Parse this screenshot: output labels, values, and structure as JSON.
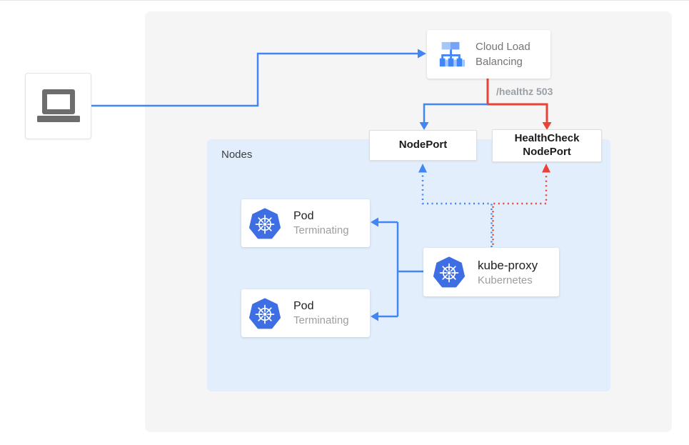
{
  "colors": {
    "primary_blue": "#4285f4",
    "alert_red": "#ea4335",
    "panel_bg": "#f5f5f6",
    "nodes_group_bg": "#e2eefc",
    "kubernetes_blue": "#3e6ee3",
    "card_bg": "#ffffff",
    "title_text": "#212121",
    "subtitle_text": "#9e9e9e",
    "edge_label_text": "#9aa0a6"
  },
  "diagram": {
    "client": {
      "icon": "laptop-icon"
    },
    "cloud_lb": {
      "icon": "load-balancer-icon",
      "label": "Cloud Load Balancing"
    },
    "nodeport": {
      "label": "NodePort"
    },
    "healthcheck_nodeport": {
      "label": "HealthCheck NodePort"
    },
    "nodes_group": {
      "label": "Nodes"
    },
    "pods": [
      {
        "icon": "kubernetes-icon",
        "title": "Pod",
        "subtitle": "Terminating"
      },
      {
        "icon": "kubernetes-icon",
        "title": "Pod",
        "subtitle": "Terminating"
      }
    ],
    "kube_proxy": {
      "icon": "kubernetes-icon",
      "title": "kube-proxy",
      "subtitle": "Kubernetes"
    },
    "edges": [
      {
        "from": "client",
        "to": "cloud-load-balancing",
        "style": "solid",
        "color": "#4285f4"
      },
      {
        "from": "cloud-load-balancing",
        "to": "nodeport",
        "style": "solid",
        "color": "#4285f4"
      },
      {
        "from": "cloud-load-balancing",
        "to": "healthcheck-nodeport",
        "style": "solid",
        "color": "#ea4335",
        "label": "/healthz 503"
      },
      {
        "from": "kube-proxy",
        "to": "nodeport",
        "style": "dotted",
        "color": "#4285f4"
      },
      {
        "from": "kube-proxy",
        "to": "healthcheck-nodeport",
        "style": "dotted",
        "color": "#ea4335"
      },
      {
        "from": "kube-proxy",
        "to": "pod-1",
        "style": "solid",
        "color": "#4285f4"
      },
      {
        "from": "kube-proxy",
        "to": "pod-2",
        "style": "solid",
        "color": "#4285f4"
      }
    ]
  }
}
